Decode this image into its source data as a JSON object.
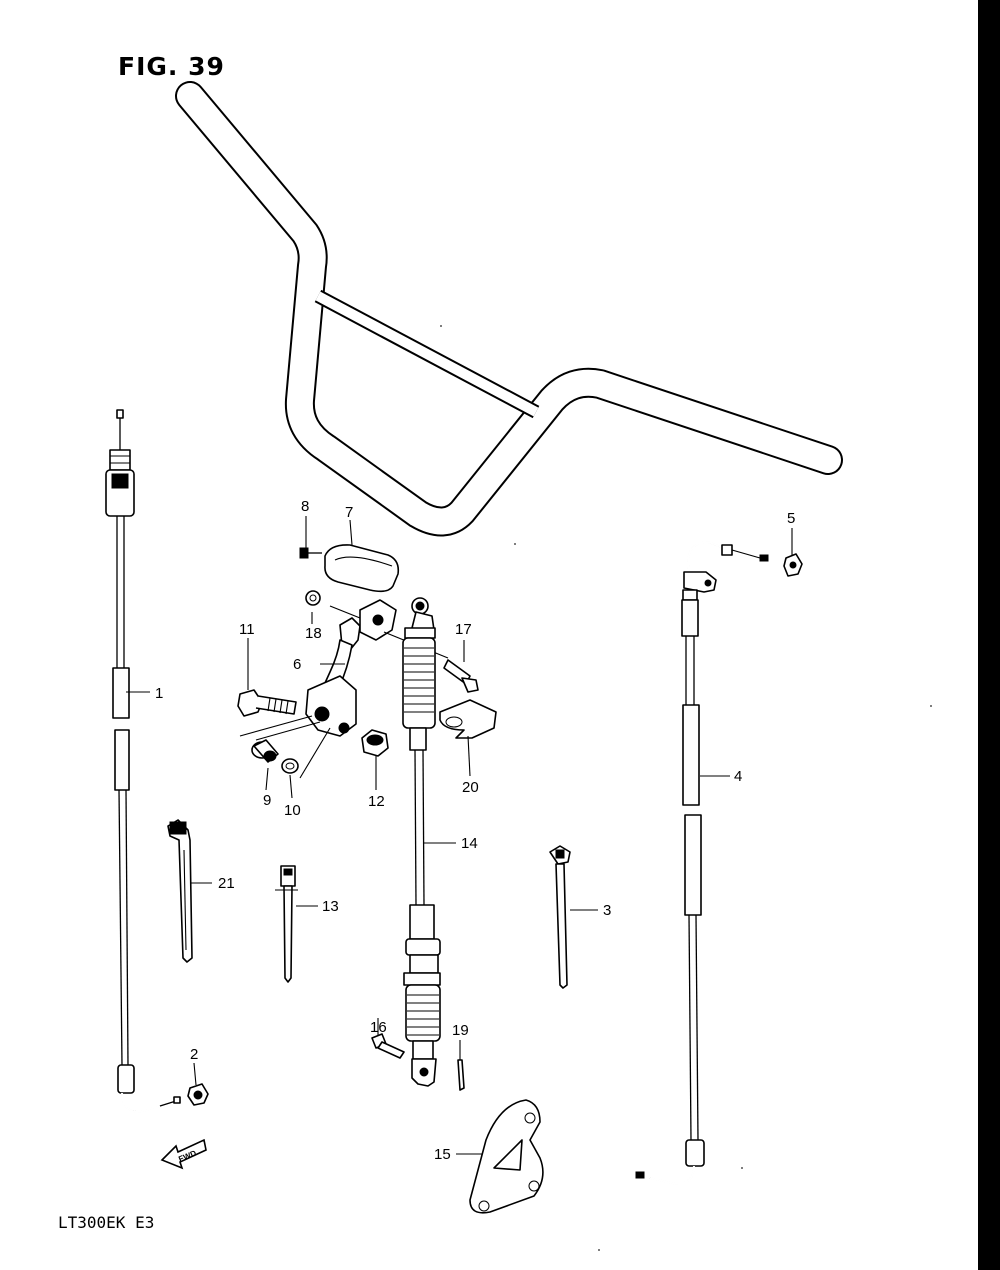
{
  "figure": {
    "title": "FIG. 39",
    "model_code": "LT300EK  E3",
    "fwd_label": "FWD"
  },
  "callouts": [
    {
      "id": "c1",
      "label": "1"
    },
    {
      "id": "c2",
      "label": "2"
    },
    {
      "id": "c3",
      "label": "3"
    },
    {
      "id": "c4",
      "label": "4"
    },
    {
      "id": "c5",
      "label": "5"
    },
    {
      "id": "c6",
      "label": "6"
    },
    {
      "id": "c7",
      "label": "7"
    },
    {
      "id": "c8",
      "label": "8"
    },
    {
      "id": "c9",
      "label": "9"
    },
    {
      "id": "c10",
      "label": "10"
    },
    {
      "id": "c11",
      "label": "11"
    },
    {
      "id": "c12",
      "label": "12"
    },
    {
      "id": "c13",
      "label": "13"
    },
    {
      "id": "c14",
      "label": "14"
    },
    {
      "id": "c15",
      "label": "15"
    },
    {
      "id": "c16",
      "label": "16"
    },
    {
      "id": "c17",
      "label": "17"
    },
    {
      "id": "c18",
      "label": "18"
    },
    {
      "id": "c19",
      "label": "19"
    },
    {
      "id": "c20",
      "label": "20"
    },
    {
      "id": "c21",
      "label": "21"
    }
  ],
  "edge_fragment": {
    "label": "3"
  },
  "colors": {
    "ink": "#000000",
    "paper": "#ffffff"
  }
}
